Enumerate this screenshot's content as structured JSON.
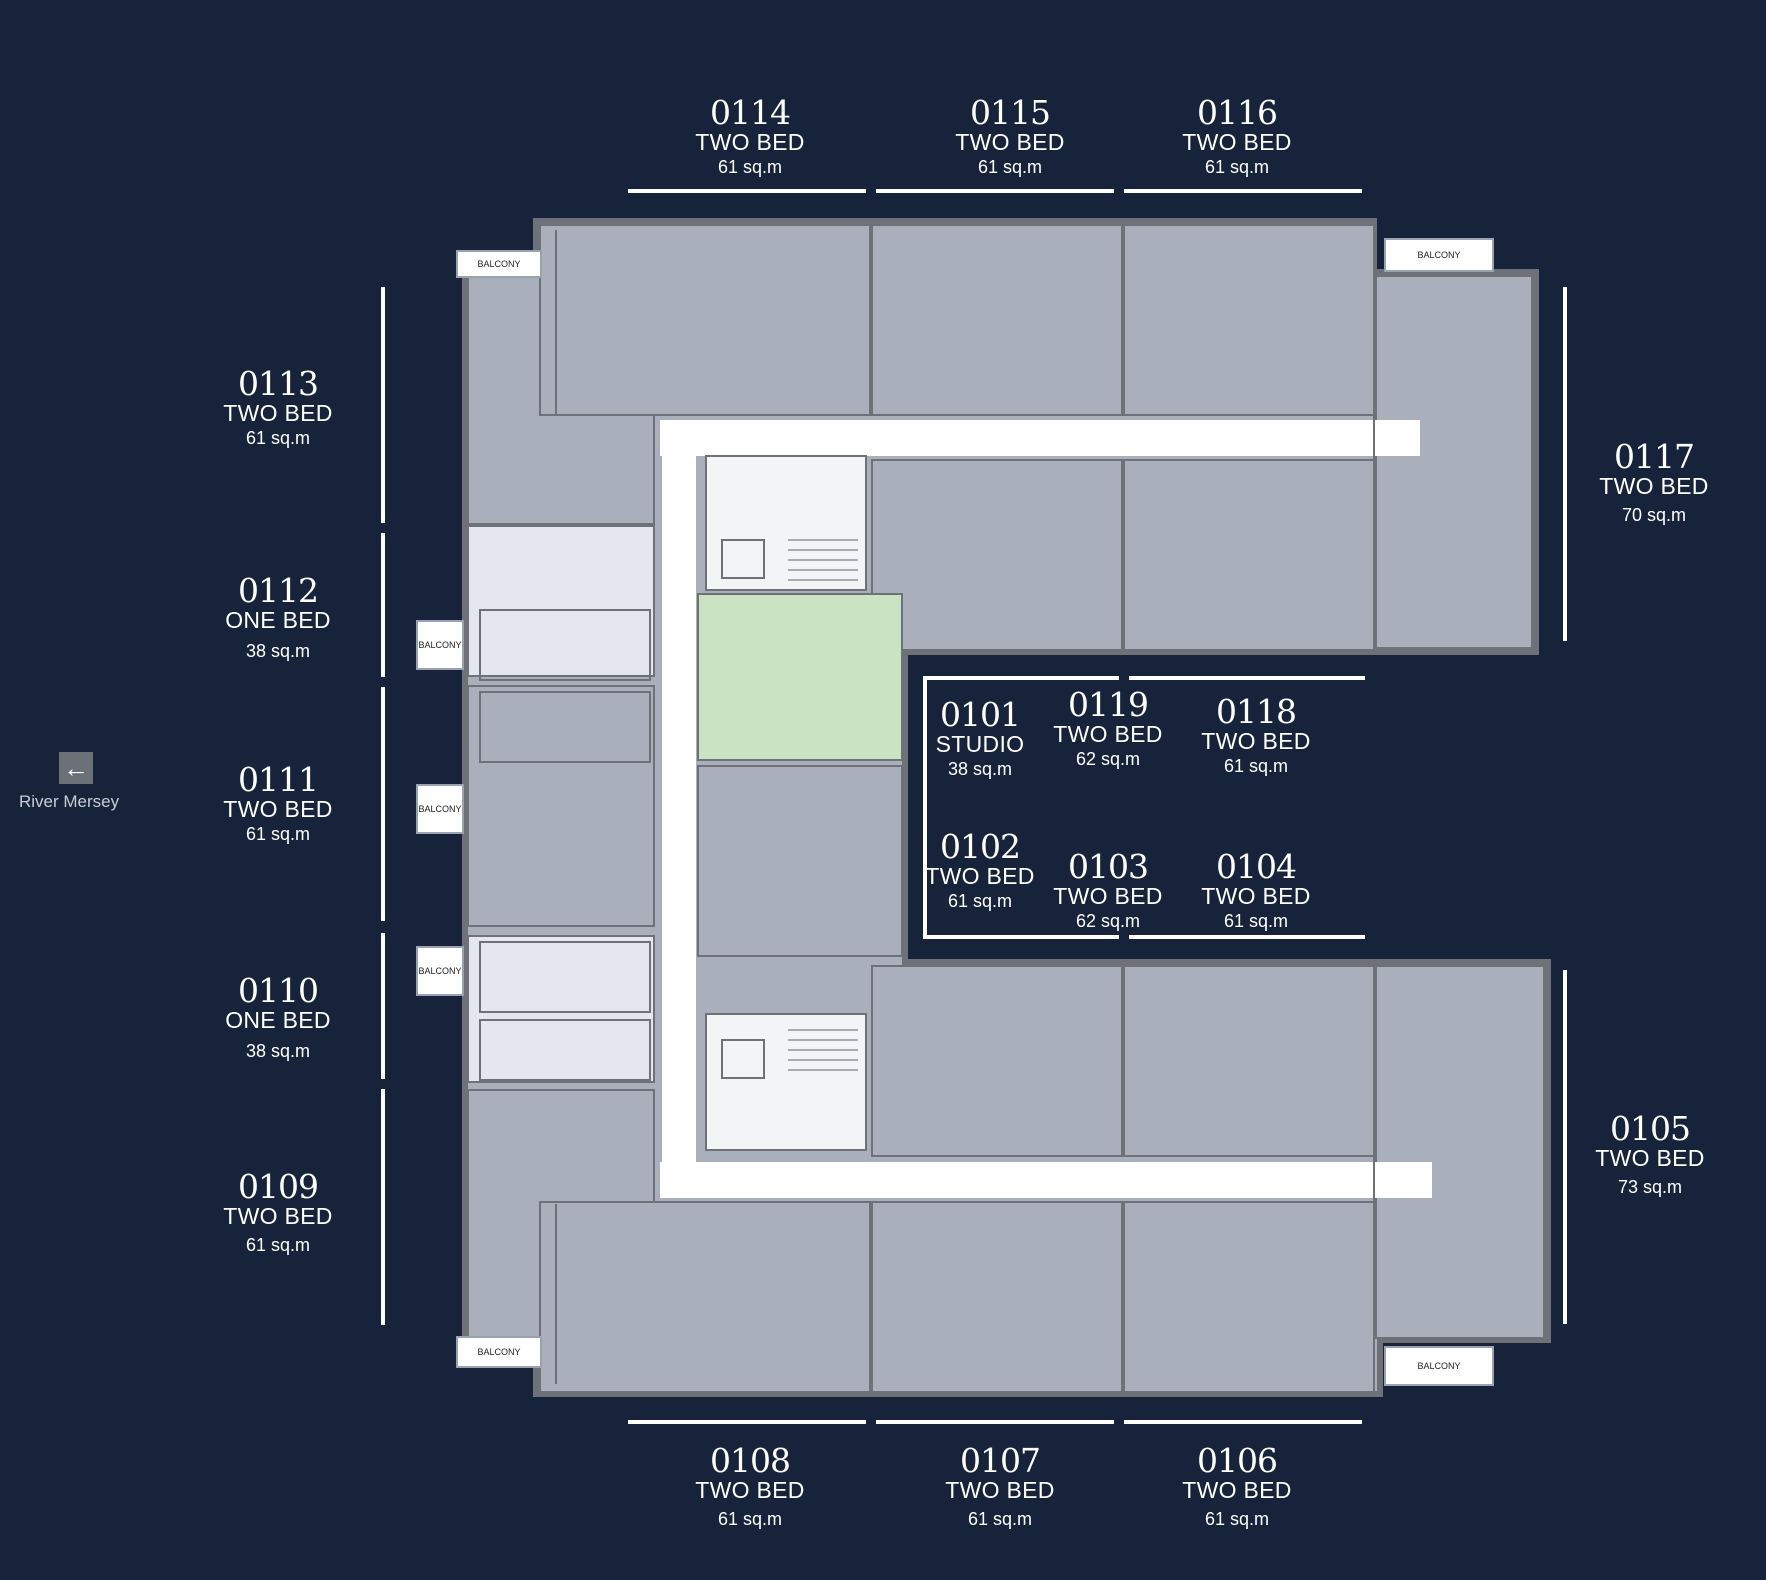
{
  "navigation": {
    "arrow_icon": "left-arrow-icon",
    "direction_label": "River Mersey"
  },
  "balcony_label": "BALCONY",
  "units": [
    {
      "id": "0101",
      "type": "STUDIO",
      "area": "38 sq.m",
      "status": "highlighted"
    },
    {
      "id": "0102",
      "type": "TWO BED",
      "area": "61 sq.m"
    },
    {
      "id": "0103",
      "type": "TWO BED",
      "area": "62 sq.m"
    },
    {
      "id": "0104",
      "type": "TWO BED",
      "area": "61 sq.m"
    },
    {
      "id": "0105",
      "type": "TWO BED",
      "area": "73 sq.m"
    },
    {
      "id": "0106",
      "type": "TWO BED",
      "area": "61 sq.m"
    },
    {
      "id": "0107",
      "type": "TWO BED",
      "area": "61 sq.m"
    },
    {
      "id": "0108",
      "type": "TWO BED",
      "area": "61 sq.m"
    },
    {
      "id": "0109",
      "type": "TWO BED",
      "area": "61 sq.m"
    },
    {
      "id": "0110",
      "type": "ONE BED",
      "area": "38 sq.m"
    },
    {
      "id": "0111",
      "type": "TWO BED",
      "area": "61 sq.m"
    },
    {
      "id": "0112",
      "type": "ONE BED",
      "area": "38 sq.m"
    },
    {
      "id": "0113",
      "type": "TWO BED",
      "area": "61 sq.m"
    },
    {
      "id": "0114",
      "type": "TWO BED",
      "area": "61 sq.m"
    },
    {
      "id": "0115",
      "type": "TWO BED",
      "area": "61 sq.m"
    },
    {
      "id": "0116",
      "type": "TWO BED",
      "area": "61 sq.m"
    },
    {
      "id": "0117",
      "type": "TWO BED",
      "area": "70 sq.m"
    },
    {
      "id": "0118",
      "type": "TWO BED",
      "area": "61 sq.m"
    },
    {
      "id": "0119",
      "type": "TWO BED",
      "area": "62 sq.m"
    }
  ],
  "colors": {
    "background": "#16233a",
    "unit_fill": "#a9b0bb",
    "one_bed_fill": "#e4e8ee",
    "highlight_fill": "#c9e3c3",
    "corridor": "#ffffff",
    "wall": "#6e7278"
  }
}
